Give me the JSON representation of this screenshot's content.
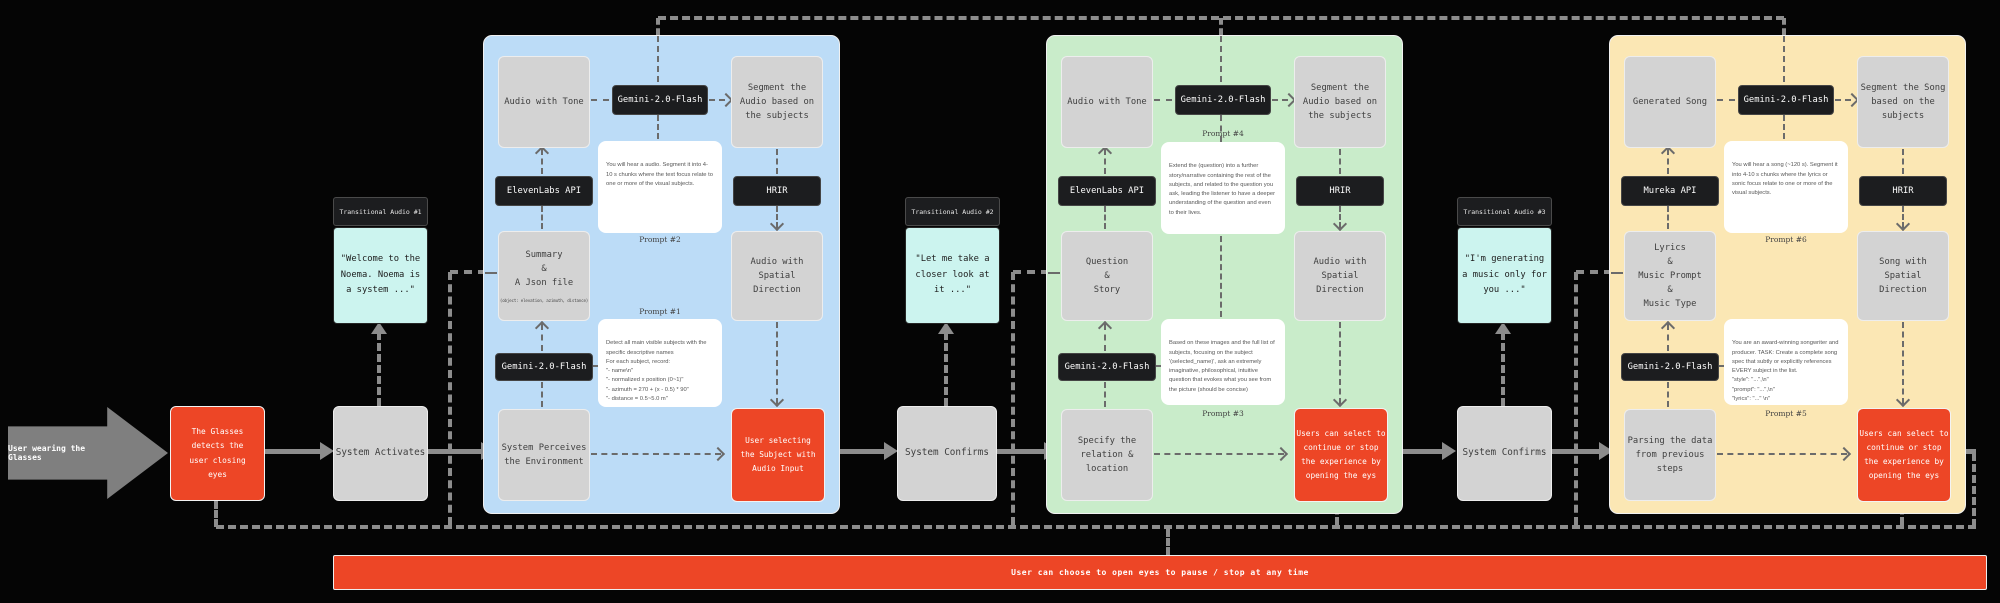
{
  "colors": {
    "panel_blue": "#bcdcf7",
    "panel_green": "#c9ecca",
    "panel_yellow": "#fbe7b4",
    "accent_red": "#ed4626",
    "cyan_note": "#ccf4ef",
    "black_chip": "#1c1d1f",
    "gray_box": "#d3d3d3"
  },
  "flow": {
    "entry": "User wearing the Glasses",
    "detect": "The Glasses\ndetects the\nuser closing\neyes",
    "activate": "System Activates",
    "confirm1": "System Confirms",
    "confirm2": "System Confirms",
    "bottom_bar": "User can choose to open eyes to pause / stop at any time"
  },
  "transitional": [
    {
      "header": "Transitional Audio #1",
      "quote": "\"Welcome to the\nNoema. Noema is\na system ...\""
    },
    {
      "header": "Transitional Audio #2",
      "quote": "\"Let me take a\ncloser look at\nit ...\""
    },
    {
      "header": "Transitional Audio #3",
      "quote": "\"I'm generating\na music only for\nyou ...\""
    }
  ],
  "panels": [
    {
      "top_left": "Audio with Tone",
      "gemini_top": "Gemini-2.0-Flash",
      "top_right": "Segment the\nAudio based on\nthe subjects",
      "api_left": "ElevenLabs API",
      "api_right": "HRIR",
      "note1": "You will hear a audio. Segment it into 4-10 s chunks where the text focus relate to one or more of the visual subjects.",
      "note1_caption": "Prompt #2",
      "mid_left": "Summary\n&\nA Json file",
      "mid_left_sub": "(object: elevation, azimuth, distance)",
      "mid_right": "Audio with\nSpatial Direction",
      "note2_caption": "Prompt #1",
      "note2": "Detect all main visible subjects with the specific descriptive names\nFor each subject, record:\n      \"- name\\n\"\n      \"- normalized x position (0~1)\"\n      \"- azimuth = 270 + (x - 0.5) * 90\"\n      \"- distance = 0.5~5.0 m\"",
      "gemini_bottom": "Gemini-2.0-Flash",
      "bottom_left": "System Perceives\nthe Environment",
      "bottom_right": "User selecting\nthe Subject with\nAudio Input"
    },
    {
      "top_left": "Audio with Tone",
      "gemini_top": "Gemini-2.0-Flash",
      "top_right": "Segment the\nAudio based on\nthe subjects",
      "api_left": "ElevenLabs API",
      "api_right": "HRIR",
      "note1_caption": "Prompt #4",
      "note1": "Extend the (question) into a further story/narrative containing the rest of the subjects, and related to the question you ask, leading the listener to have a deeper understanding of the question and even to their lives.",
      "mid_left": "Question\n&\nStory",
      "mid_right": "Audio with\nSpatial Direction",
      "note2": "Based on these images and the full list of subjects, focusing on the subject '(selected_name)', ask an extremely imaginative, philosophical, intuitive question that evokes what you see from the picture (should be concise)",
      "note2_caption": "Prompt #3",
      "gemini_bottom": "Gemini-2.0-Flash",
      "bottom_left": "Specify the\nrelation & location",
      "bottom_right": "Users can select to\ncontinue or stop\nthe experience by\nopening the eys"
    },
    {
      "top_left": "Generated Song",
      "gemini_top": "Gemini-2.0-Flash",
      "top_right": "Segment the Song\nbased on the\nsubjects",
      "api_left": "Mureka API",
      "api_right": "HRIR",
      "note1": "You will hear a song (~120 s). Segment it into 4-10 s chunks where the lyrics or sonic focus relate to one or more of the visual subjects.",
      "note1_caption": "Prompt #6",
      "mid_left": "Lyrics\n&\nMusic Prompt\n&\nMusic Type",
      "mid_right": "Song with\nSpatial Direction",
      "note2": "You are an award-winning songwriter and producer. TASK: Create a complete song spec that subtly or explicitly references EVERY subject in the list.\n\"style\": \"...\",\\n\"\n\"prompt\": \"...\",\\n\"\n\"lyrics\": \"...\" \\n\"",
      "note2_caption": "Prompt #5",
      "gemini_bottom": "Gemini-2.0-Flash",
      "bottom_left": "Parsing the data\nfrom previous steps",
      "bottom_right": "Users can select to\ncontinue or stop\nthe experience by\nopening the eys"
    }
  ]
}
